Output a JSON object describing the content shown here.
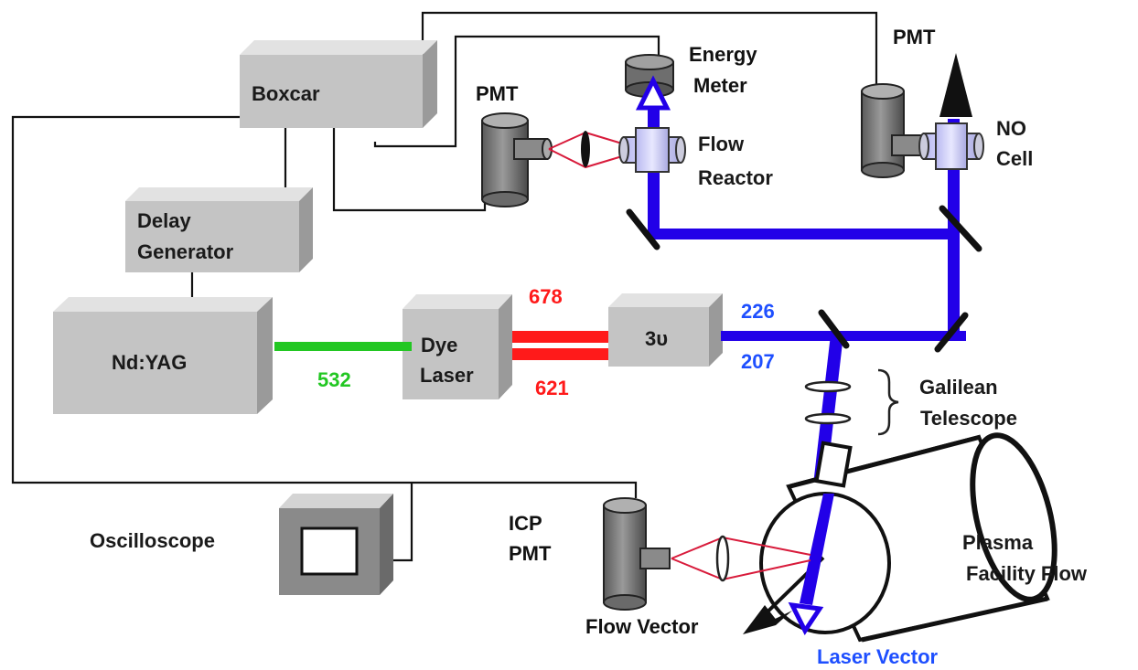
{
  "labels": {
    "boxcar": "Boxcar",
    "delay_line1": "Delay",
    "delay_line2": "Generator",
    "ndyag": "Nd:YAG",
    "dye_line1": "Dye",
    "dye_line2": "Laser",
    "tripler": "3υ",
    "oscilloscope": "Oscilloscope",
    "pmt_left": "PMT",
    "pmt_right": "PMT",
    "energy_line1": "Energy",
    "energy_line2": "Meter",
    "flow_line1": "Flow",
    "flow_line2": "Reactor",
    "no_line1": "NO",
    "no_line2": "Cell",
    "galilean_line1": "Galilean",
    "galilean_line2": "Telescope",
    "icp_line1": "ICP",
    "icp_line2": "PMT",
    "plasma_line1": "Plasma",
    "plasma_line2": "Facility Flow",
    "flow_vector": "Flow Vector",
    "laser_vector": "Laser Vector",
    "wl_532": "532",
    "wl_678": "678",
    "wl_621": "621",
    "wl_226": "226",
    "wl_207": "207"
  },
  "colors": {
    "green_beam": "#22c722",
    "red_beam": "#ff1a1a",
    "blue_beam": "#2200e8",
    "blue_text": "#1e4fff",
    "box_face": "#c4c4c4",
    "box_top": "#e2e2e2",
    "box_side": "#9a9a9a"
  }
}
